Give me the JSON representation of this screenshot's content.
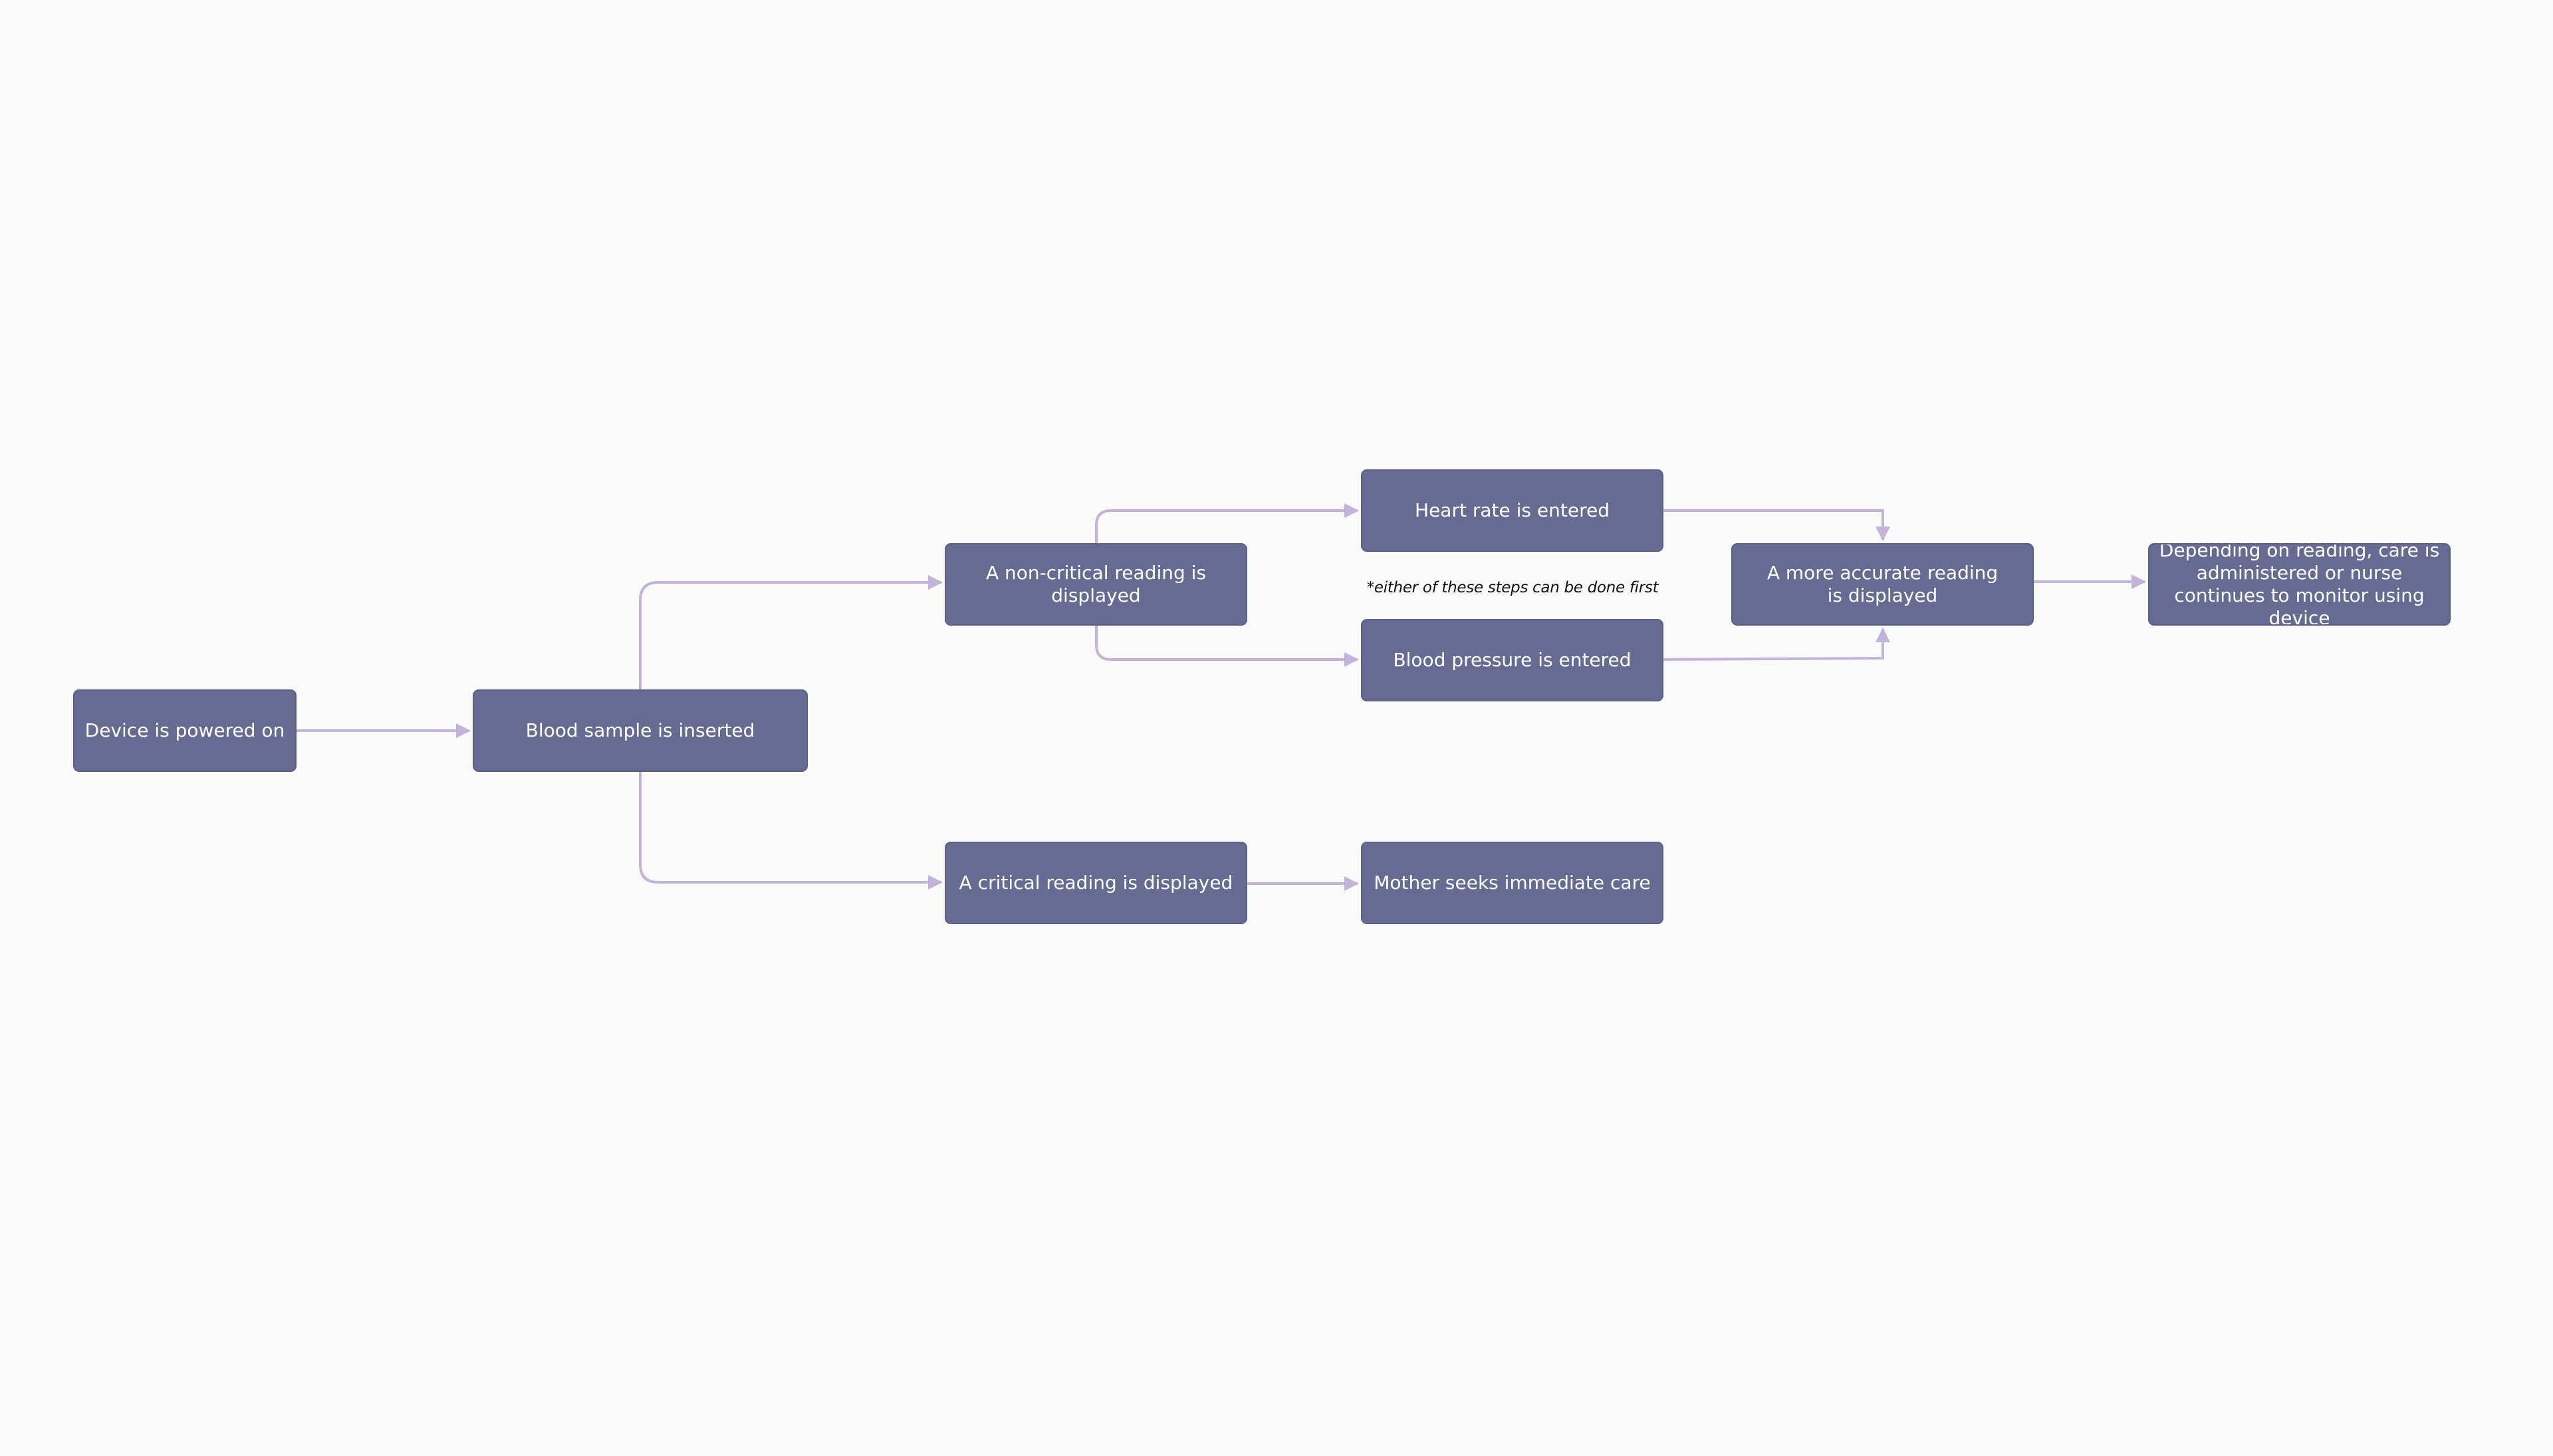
{
  "diagram": {
    "nodes": {
      "powered_on": "Device is powered on",
      "sample_inserted": "Blood sample is inserted",
      "non_critical": "A non-critical reading is displayed",
      "critical": "A critical reading is displayed",
      "heart_rate": "Heart rate is entered",
      "blood_pressure": "Blood pressure is entered",
      "immediate_care": "Mother seeks immediate care",
      "more_accurate": "A more accurate reading is displayed",
      "final": "Depending on reading, care is administered or nurse continues to monitor using device"
    },
    "note": "*either of these steps can be done first",
    "edges": [
      {
        "from": "powered_on",
        "to": "sample_inserted"
      },
      {
        "from": "sample_inserted",
        "to": "non_critical"
      },
      {
        "from": "sample_inserted",
        "to": "critical"
      },
      {
        "from": "non_critical",
        "to": "heart_rate"
      },
      {
        "from": "non_critical",
        "to": "blood_pressure"
      },
      {
        "from": "critical",
        "to": "immediate_care"
      },
      {
        "from": "heart_rate",
        "to": "more_accurate"
      },
      {
        "from": "blood_pressure",
        "to": "more_accurate"
      },
      {
        "from": "more_accurate",
        "to": "final"
      }
    ],
    "colors": {
      "node_fill": "#676a91",
      "node_text": "#ffffff",
      "connector": "#c4b3d8",
      "background": "#fafafa"
    }
  }
}
